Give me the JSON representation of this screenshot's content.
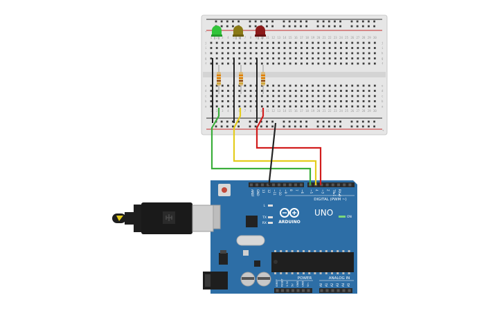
{
  "board": {
    "logo_text": "ARDUINO",
    "model": "UNO",
    "digital_label": "DIGITAL (PWM ~)",
    "power_label": "POWER",
    "analog_label": "ANALOG IN",
    "on_label": "ON",
    "led_l_label": "L",
    "tx_label": "TX",
    "rx_label": "RX",
    "top_pins": [
      "AREF",
      "GND",
      "13",
      "12",
      "~11",
      "~10",
      "~9",
      "8",
      "7",
      "~6",
      "~5",
      "4",
      "~3",
      "2",
      "TX▸1",
      "RX◂0"
    ],
    "power_pins": [
      "IOREF",
      "RESET",
      "3.3V",
      "5V",
      "GND",
      "GND",
      "Vin"
    ],
    "analog_pins": [
      "A0",
      "A1",
      "A2",
      "A3",
      "A4",
      "A5"
    ]
  },
  "breadboard": {
    "row_letters_top": [
      "j",
      "i",
      "h",
      "g",
      "f"
    ],
    "row_letters_bottom": [
      "e",
      "d",
      "c",
      "b",
      "a"
    ],
    "column_numbers": [
      "1",
      "2",
      "3",
      "4",
      "5",
      "6",
      "7",
      "8",
      "9",
      "10",
      "11",
      "12",
      "13",
      "14",
      "15",
      "16",
      "17",
      "18",
      "19",
      "20",
      "21",
      "22",
      "23",
      "24",
      "25",
      "26",
      "27",
      "28",
      "29",
      "30"
    ],
    "rail_plus": "+",
    "rail_minus": "-"
  },
  "colors": {
    "board": "#2d6ea6",
    "breadboard": "#e3e3e3",
    "led_green": "#31c43a",
    "led_yellow": "#8a7a16",
    "led_red": "#8c1a1a",
    "wire_green": "#3aae3a",
    "wire_yellow": "#e4cc1c",
    "wire_red": "#d11c1c",
    "wire_black": "#222222"
  },
  "components": {
    "leds": [
      "led-green",
      "led-yellow",
      "led-red"
    ],
    "resistors": [
      "resistor-1",
      "resistor-2",
      "resistor-3"
    ],
    "usb_cable": "usb-cable-icon"
  }
}
